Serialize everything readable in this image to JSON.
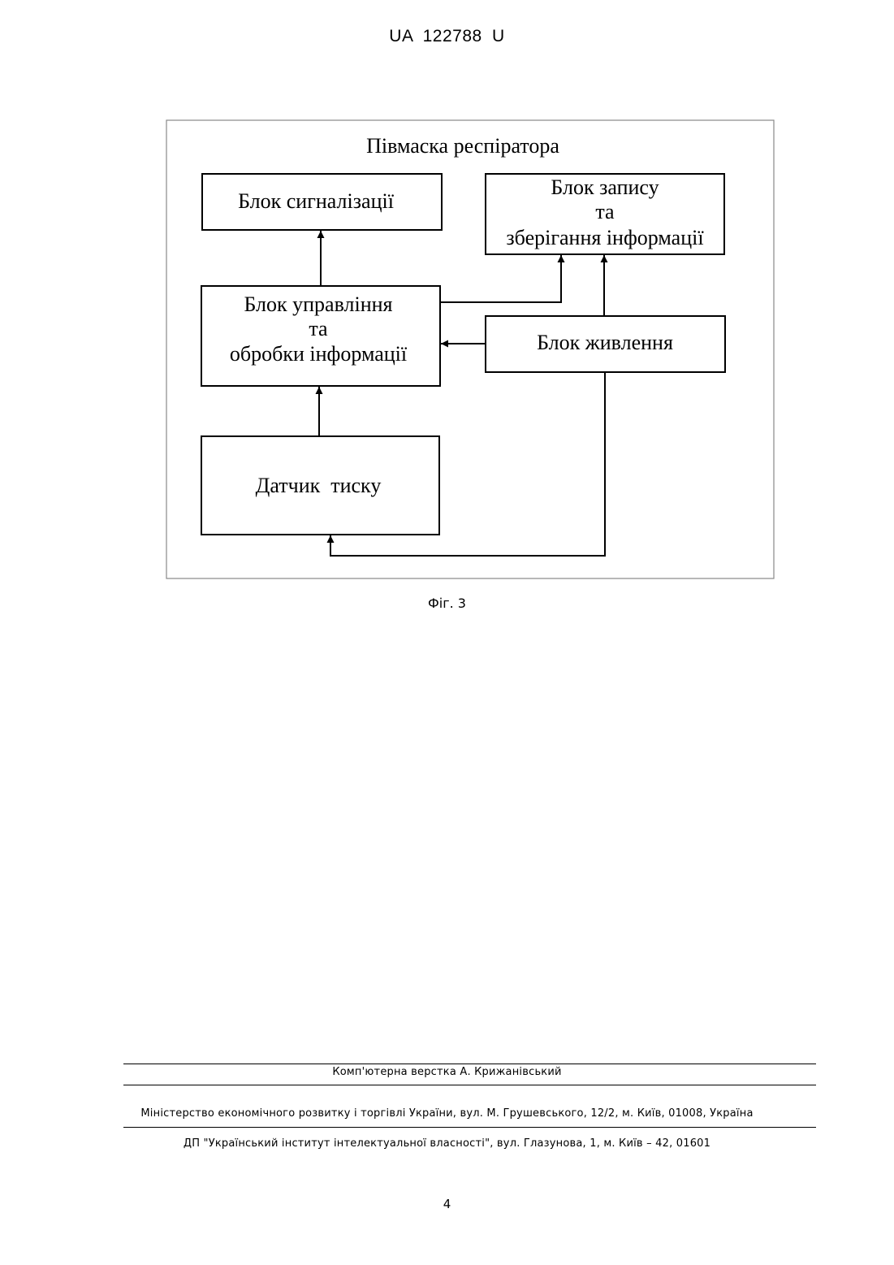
{
  "header": {
    "doc_id": "UA   122788   U"
  },
  "diagram": {
    "title": "Півмаска респіратора",
    "blocks": {
      "signal": [
        "Блок сигналізації"
      ],
      "record": [
        "Блок запису",
        "та",
        "зберігання інформації"
      ],
      "control": [
        "Блок управління",
        "та",
        "обробки інформації"
      ],
      "power": [
        "Блок живлення"
      ],
      "sensor": [
        "Датчик  тиску"
      ]
    }
  },
  "caption": "Фіг. 3",
  "footer": {
    "layout_credit": "Комп'ютерна верстка А. Крижанівський",
    "ministry": "Міністерство економічного розвитку і торгівлі України, вул. М. Грушевського, 12/2, м. Київ, 01008, Україна",
    "institute": "ДП \"Український інститут інтелектуальної власності\", вул. Глазунова, 1, м. Київ – 42, 01601"
  },
  "page_number": "4"
}
